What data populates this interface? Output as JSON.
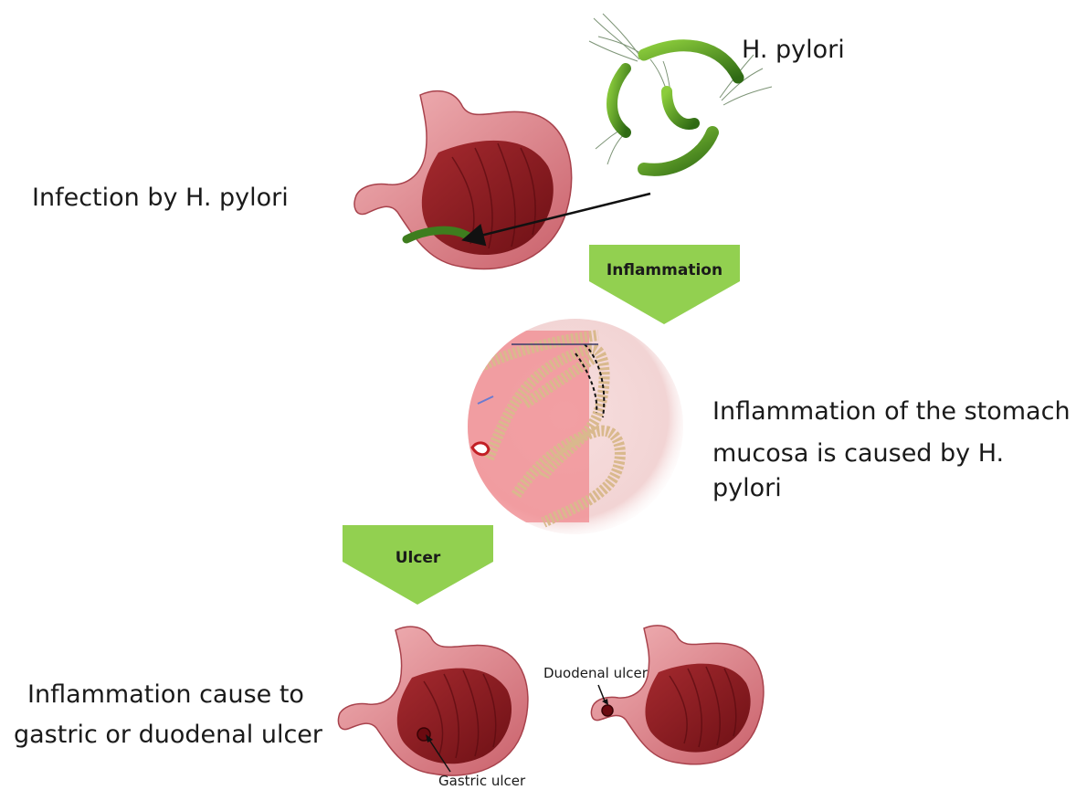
{
  "labels": {
    "h_pylori": "H. pylori",
    "infection": "Infection by H. pylori",
    "inflammation_arrow": "Inflammation",
    "inflammation_desc_line1": "Inflammation of the stomach",
    "inflammation_desc_line2": "mucosa is caused by H. pylori",
    "ulcer_arrow": "Ulcer",
    "ulcer_desc_line1": "Inflammation cause to",
    "ulcer_desc_line2": "gastric or duodenal ulcer",
    "duodenal_ulcer": "Duodenal ulcer",
    "gastric_ulcer": "Gastric ulcer"
  },
  "colors": {
    "arrow_green": "#92d050",
    "stomach_outer": "#e0868e",
    "stomach_inner": "#8b1a1f",
    "bacteria_green": "#3e7d1e"
  }
}
